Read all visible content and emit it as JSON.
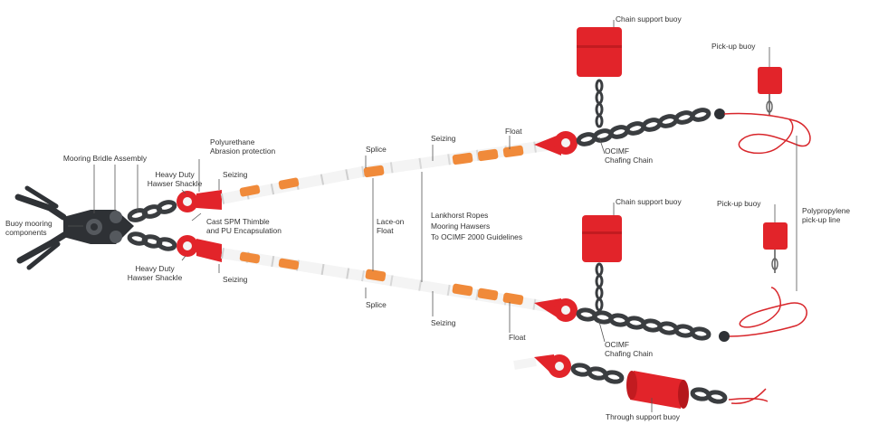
{
  "labels": {
    "mooring_bridle_assembly": "Mooring Bridle Assembly",
    "heavy_duty_hawser_shackle_top": "Heavy Duty\nHawser Shackle",
    "heavy_duty_hawser_shackle_bottom": "Heavy Duty\nHawser Shackle",
    "buoy_mooring_components": "Buoy mooring\ncomponents",
    "polyurethane_abrasion": "Polyurethane\nAbrasion protection",
    "seizing_top_left": "Seizing",
    "seizing_bottom_left": "Seizing",
    "cast_spm_thimble": "Cast SPM Thimble\nand PU Encapsulation",
    "splice_top": "Splice",
    "splice_bottom": "Splice",
    "lace_on_float": "Lace-on\nFloat",
    "seizing_top_mid": "Seizing",
    "seizing_bottom_mid": "Seizing",
    "lankhorst_ropes": "Lankhorst Ropes\nMooring Hawsers\nTo OCIMF 2000 Guidelines",
    "float_top": "Float",
    "float_bottom": "Float",
    "ocimf_chafing_chain_top": "OCIMF\nChafing Chain",
    "ocimf_chafing_chain_bottom": "OCIMF\nChafing Chain",
    "chain_support_buoy_top": "Chain support buoy",
    "chain_support_buoy_bottom": "Chain support buoy",
    "pick_up_buoy_top": "Pick-up buoy",
    "pick_up_buoy_bottom": "Pick-up buoy",
    "polypropylene_pick_up_line": "Polypropylene\npick-up line",
    "through_support_buoy": "Through support buoy"
  },
  "colors": {
    "buoy_red": "#e2242a",
    "float_orange": "#f08a3a",
    "chain_dark": "#3a3d40",
    "rope_white": "#f4f4f4",
    "line_red": "#d8262b",
    "leader": "#555555"
  }
}
